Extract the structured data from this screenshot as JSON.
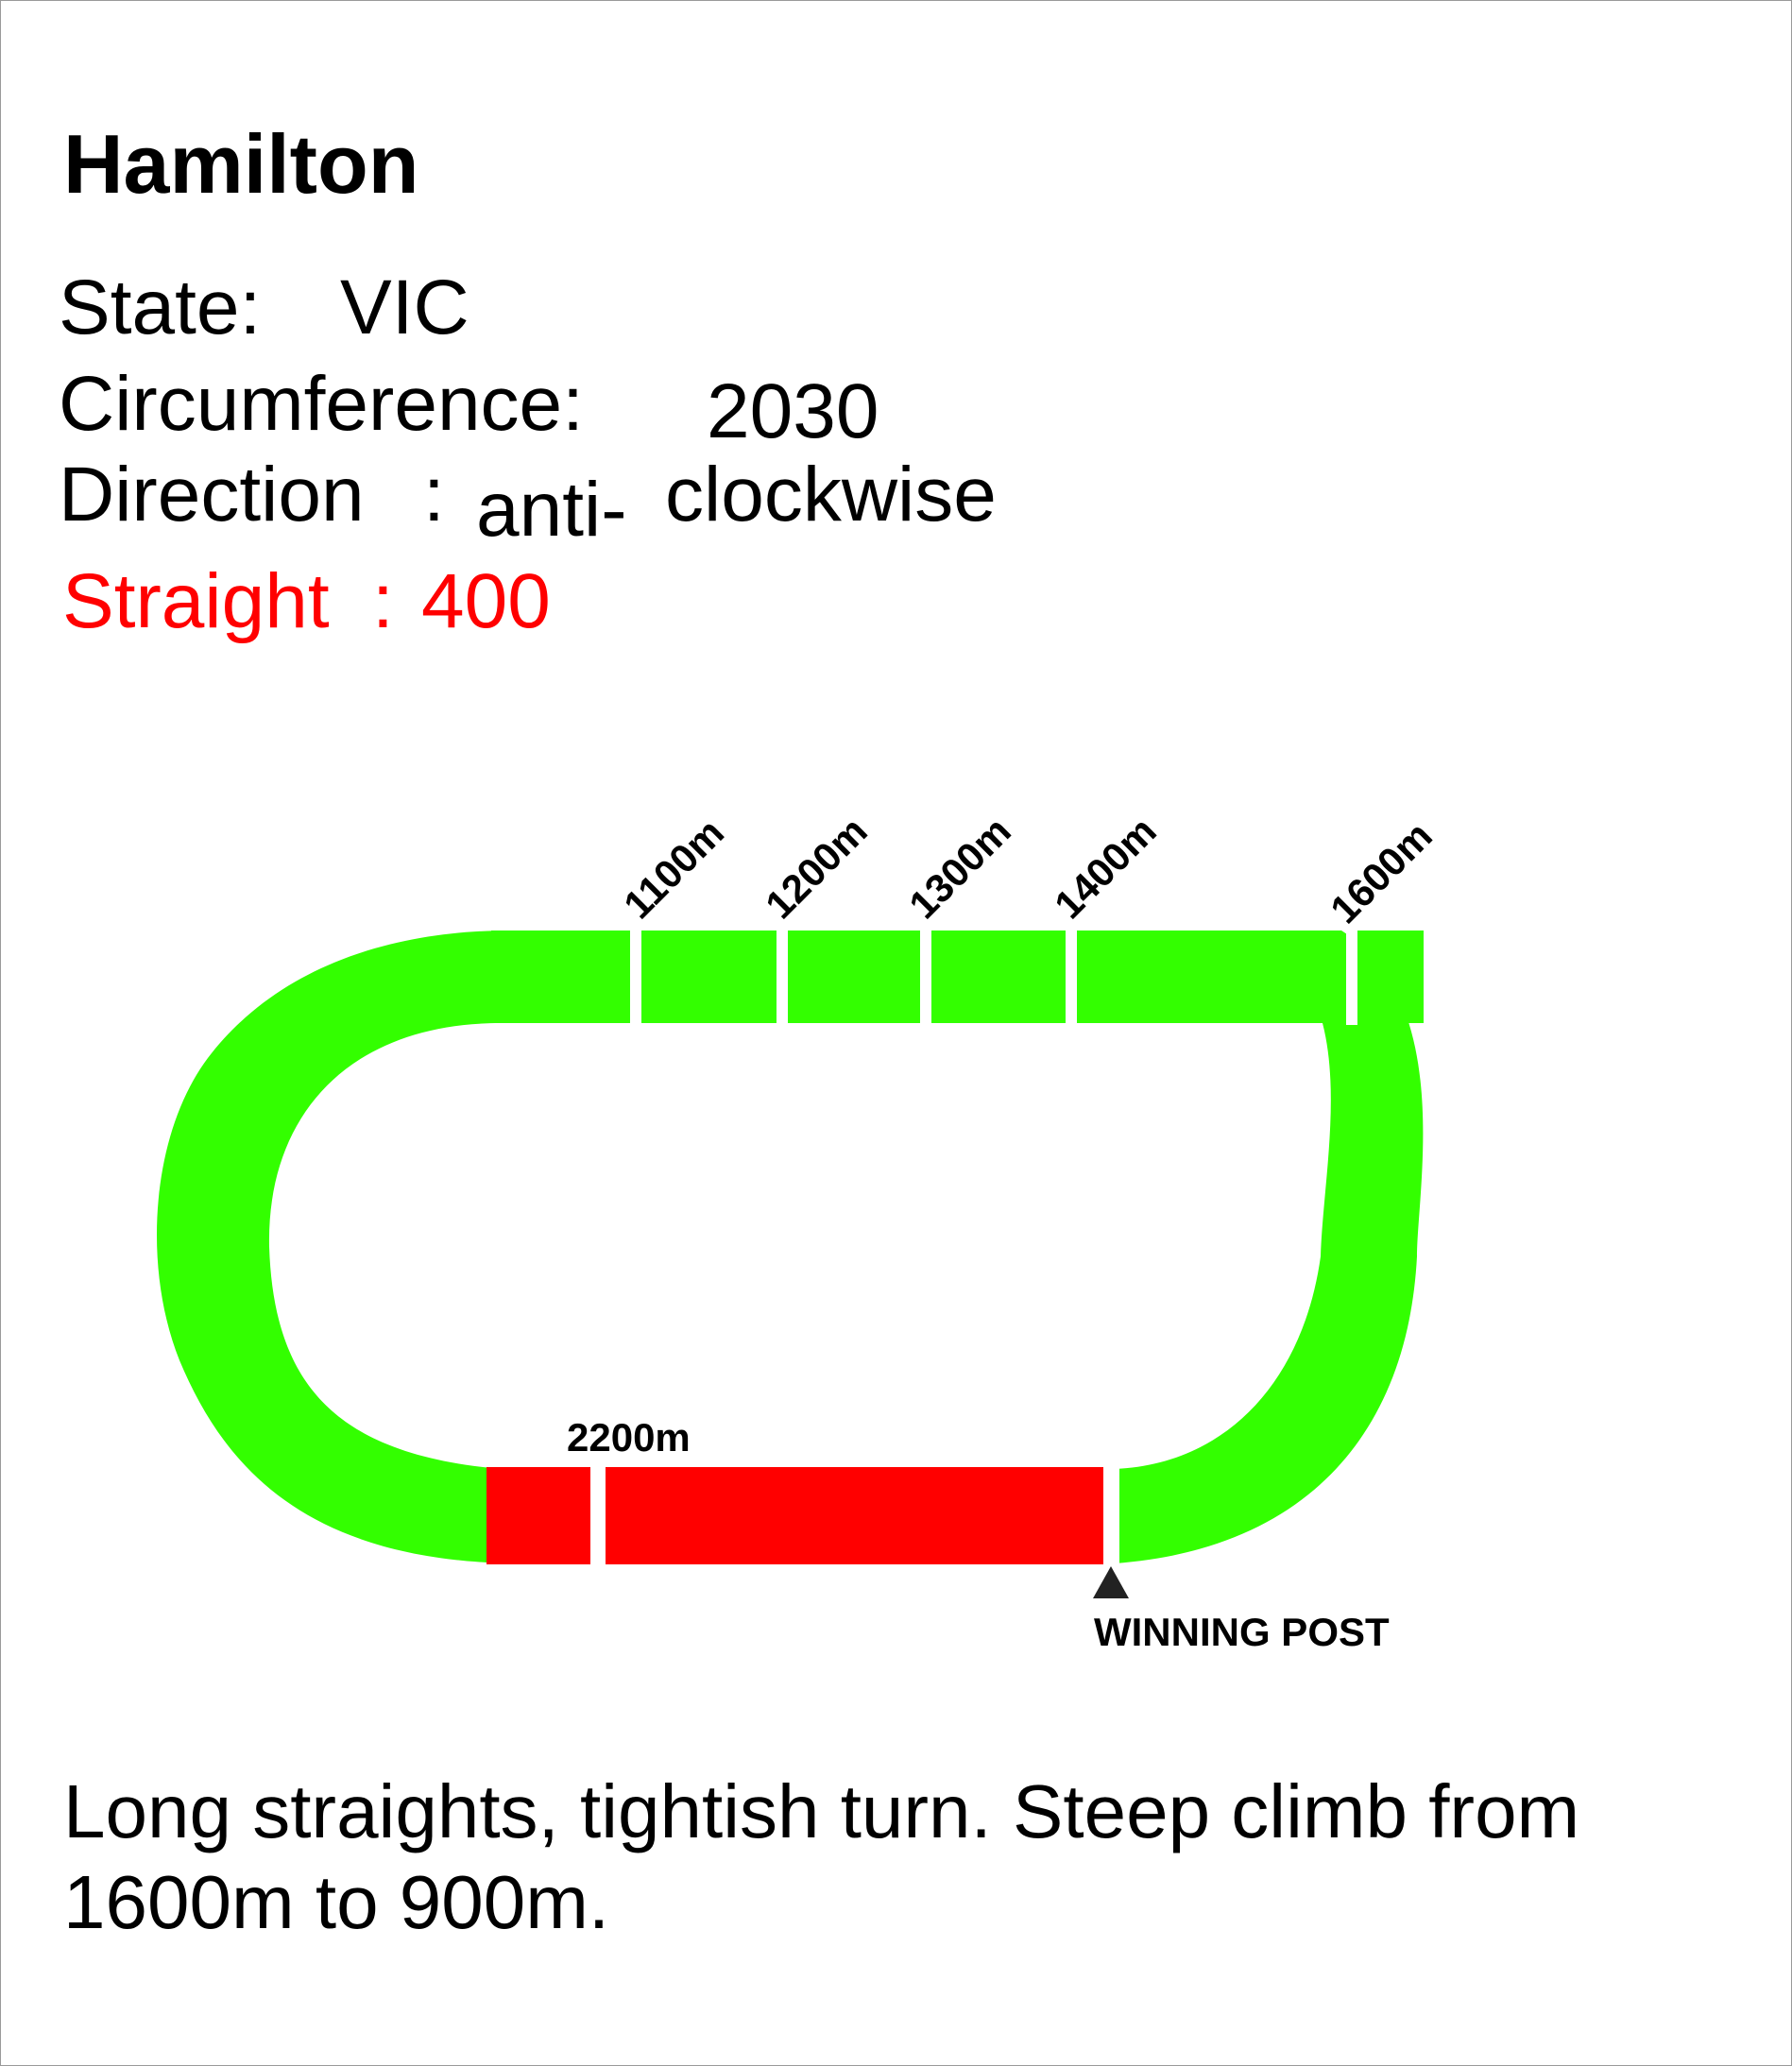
{
  "title": "Hamilton",
  "state": {
    "label": "State:",
    "value": "VIC"
  },
  "circumference": {
    "label": "Circumference:",
    "value": "2030"
  },
  "direction": {
    "label": "Direction",
    "colon": ":",
    "value_part1": "anti-",
    "value_part2": "clockwise"
  },
  "straight": {
    "label": "Straight",
    "colon": ":",
    "value": "400"
  },
  "markers": {
    "m1100": "1100m",
    "m1200": "1200m",
    "m1300": "1300m",
    "m1400": "1400m",
    "m1600": "1600m",
    "m2200": "2200m"
  },
  "winning_post": "WINNING POST",
  "description": "Long straights, tightish turn. Steep climb from 1600m to 900m.",
  "colors": {
    "track": "#33ff00",
    "straight": "#ff0000",
    "post": "#222222"
  }
}
